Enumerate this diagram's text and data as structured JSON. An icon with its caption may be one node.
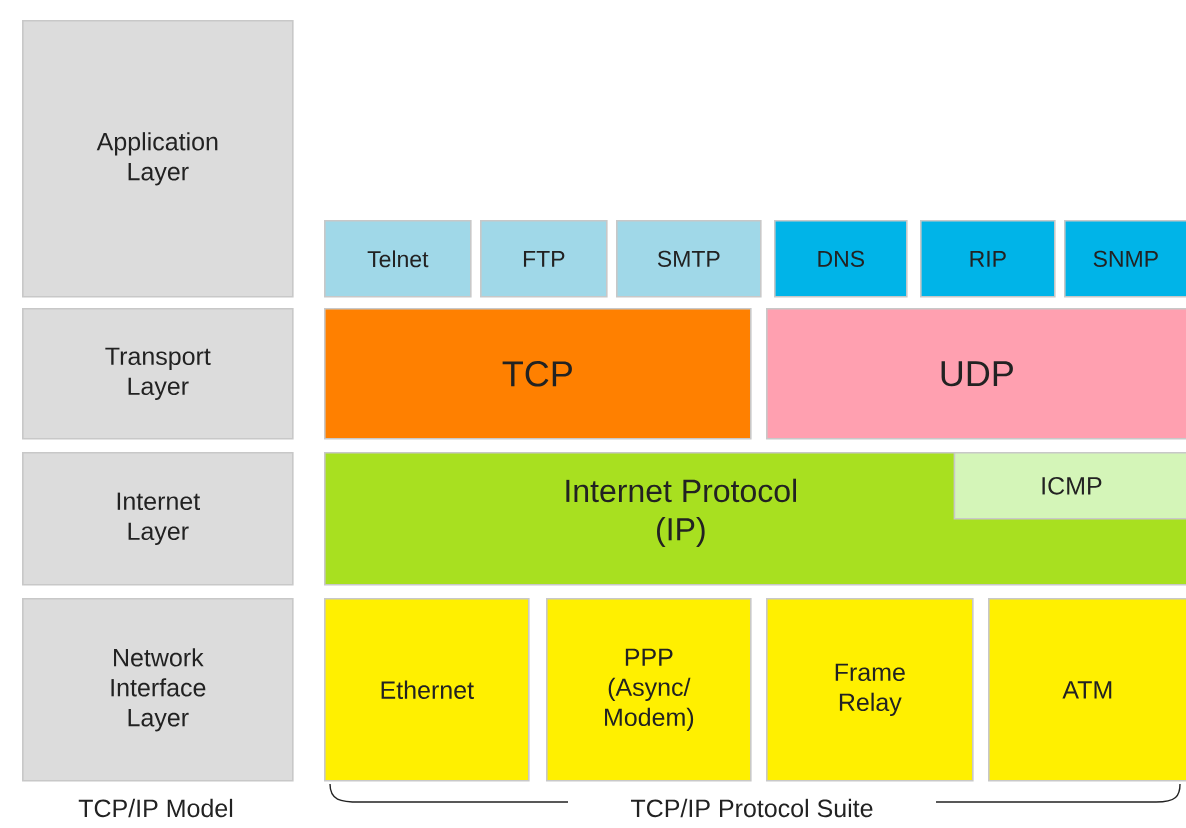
{
  "diagram": {
    "nodes": [
      {
        "text": [
          "Application Layer"
        ]
      },
      {
        "text": [
          "Telnet"
        ]
      },
      {
        "text": [
          "FTP"
        ]
      },
      {
        "text": [
          "SMTP"
        ]
      },
      {
        "text": [
          "DNS"
        ]
      },
      {
        "text": [
          "RIP"
        ]
      },
      {
        "text": [
          "SNMP"
        ]
      },
      {
        "text": [
          "Transport Layer"
        ]
      },
      {
        "text": [
          "TCP"
        ]
      },
      {
        "text": [
          "UDP"
        ]
      },
      {
        "text": [
          "Internet Layer"
        ]
      },
      {
        "text": [
          "Internet Protocol (IP)"
        ]
      },
      {
        "text": [
          "ICMP"
        ],
        "in": 11
      },
      {
        "text": [
          "Network Interface Layer"
        ]
      },
      {
        "text": [
          "Ethernet"
        ]
      },
      {
        "text": [
          "PPP (Async/ Modem)"
        ]
      },
      {
        "text": [
          "Frame Relay"
        ]
      },
      {
        "text": [
          "ATM"
        ]
      }
    ],
    "edges": [],
    "labels": [
      "TCP/IP Model",
      "TCP/IP Protocol Suite"
    ]
  }
}
